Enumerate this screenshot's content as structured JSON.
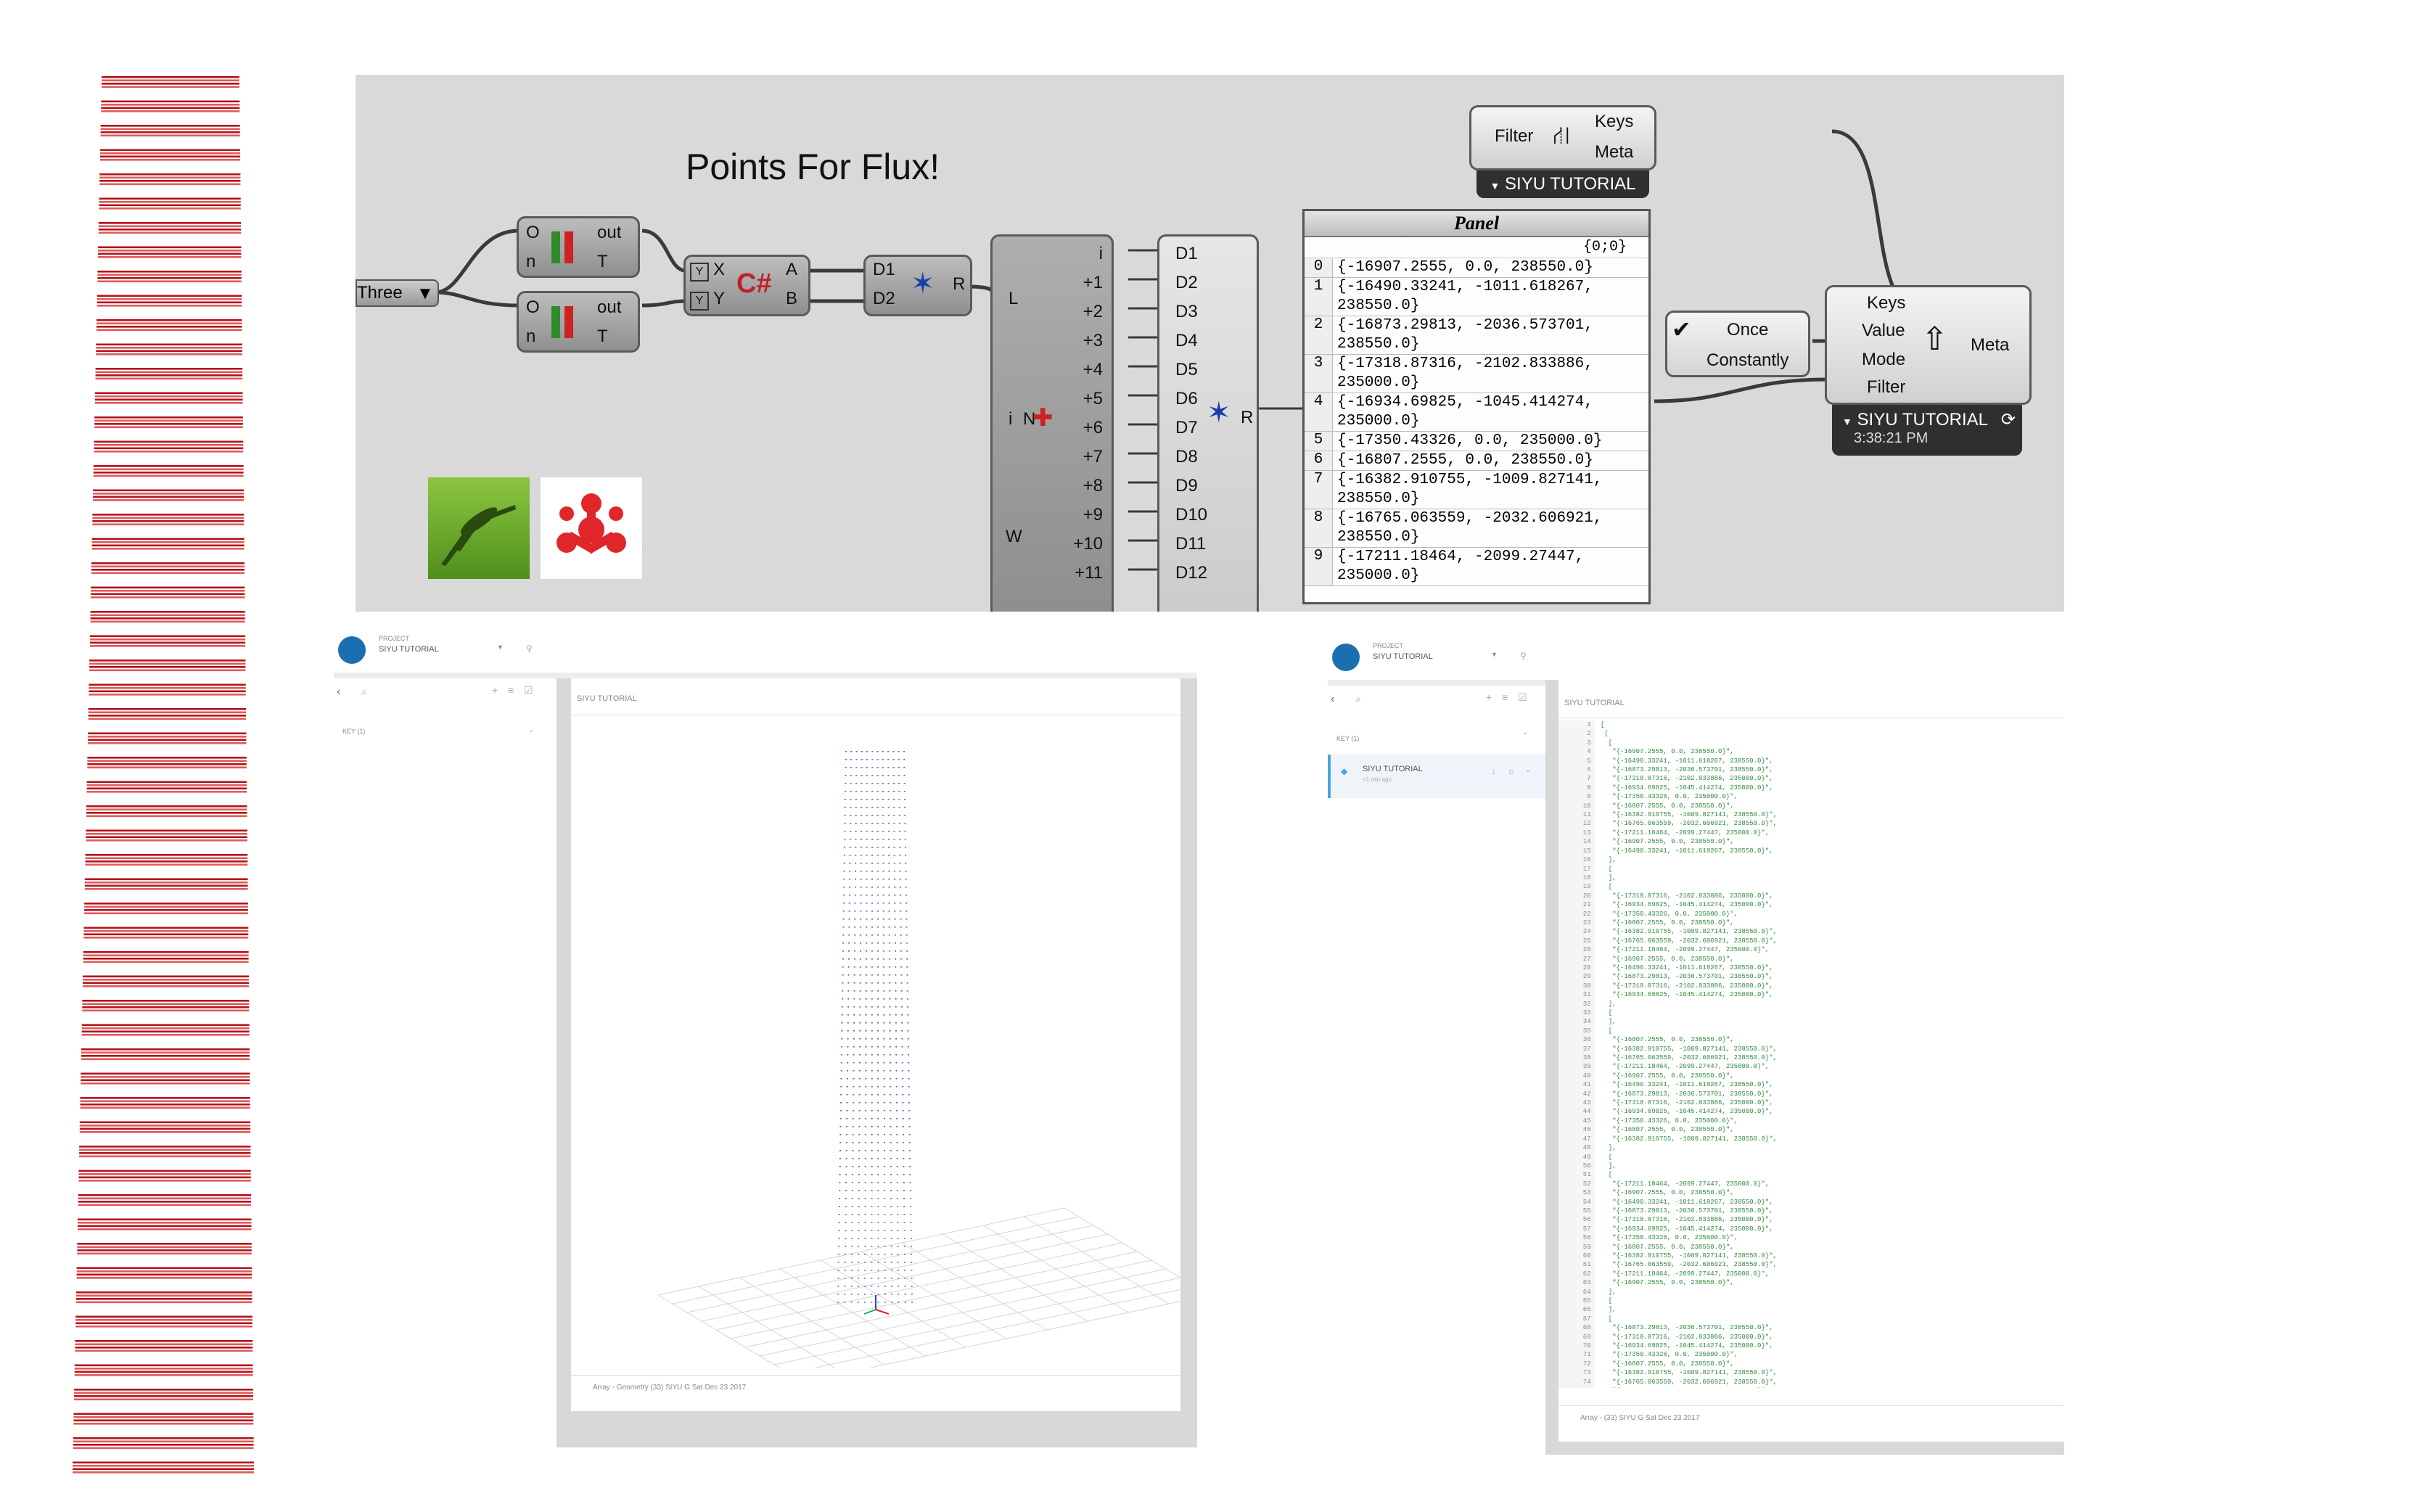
{
  "grasshopper": {
    "title": "Points For Flux!",
    "three_label": "Three",
    "series_nodes": [
      {
        "in1": "O",
        "in2": "n",
        "out": "out",
        "out2": "T"
      },
      {
        "in1": "O",
        "in2": "n",
        "out": "out",
        "out2": "T"
      }
    ],
    "csharp_node": {
      "in_x": "X",
      "in_y": "Y",
      "out_a": "A",
      "out_b": "B"
    },
    "merge_node": {
      "d1": "D1",
      "d2": "D2",
      "out": "R"
    },
    "list_node": {
      "in_l": "L",
      "in_i": "i",
      "in_n": "N",
      "in_w": "W",
      "outputs": [
        "i",
        "+1",
        "+2",
        "+3",
        "+4",
        "+5",
        "+6",
        "+7",
        "+8",
        "+9",
        "+10",
        "+11"
      ]
    },
    "entwine_node": {
      "inputs": [
        "D1",
        "D2",
        "D3",
        "D4",
        "D5",
        "D6",
        "D7",
        "D8",
        "D9",
        "D10",
        "D11",
        "D12"
      ],
      "out": "R"
    },
    "filter_node": {
      "label": "Filter",
      "out1": "Keys",
      "out2": "Meta",
      "project": "SIYU TUTORIAL"
    },
    "panel": {
      "title": "Panel",
      "path": "{0;0}",
      "rows": [
        {
          "i": "0",
          "v": "{-16907.2555, 0.0, 238550.0}"
        },
        {
          "i": "1",
          "v": "{-16490.33241, -1011.618267,\n238550.0}"
        },
        {
          "i": "2",
          "v": "{-16873.29813, -2036.573701,\n238550.0}"
        },
        {
          "i": "3",
          "v": "{-17318.87316, -2102.833886,\n235000.0}"
        },
        {
          "i": "4",
          "v": "{-16934.69825, -1045.414274,\n235000.0}"
        },
        {
          "i": "5",
          "v": "{-17350.43326, 0.0, 235000.0}"
        },
        {
          "i": "6",
          "v": "{-16807.2555, 0.0, 238550.0}"
        },
        {
          "i": "7",
          "v": "{-16382.910755, -1009.827141,\n238550.0}"
        },
        {
          "i": "8",
          "v": "{-16765.063559, -2032.606921,\n238550.0}"
        },
        {
          "i": "9",
          "v": "{-17211.18464, -2099.27447,\n235000.0}"
        }
      ]
    },
    "toggle_node": {
      "once": "Once",
      "constantly": "Constantly"
    },
    "flux_node": {
      "keys": "Keys",
      "value": "Value",
      "mode": "Mode",
      "filter": "Filter",
      "out": "Meta",
      "project": "SIYU TUTORIAL",
      "time": "3:38:21 PM"
    }
  },
  "flux_viewer": {
    "project_small": "PROJECT",
    "project": "SIYU TUTORIAL",
    "keys_label": "KEY (1)",
    "window_title": "SIYU TUTORIAL",
    "status": "Array - Geometry (33)  SIYU G  Sat Dec 23 2017"
  },
  "flux_data": {
    "project_small": "PROJECT",
    "project": "SIYU TUTORIAL",
    "keys_label": "KEY (1)",
    "key_item": "SIYU TUTORIAL",
    "key_sub": "<1 min ago",
    "window_title": "SIYU TUTORIAL",
    "status": "Array - (33)  SIYU G  Sat Dec 23 2017"
  }
}
